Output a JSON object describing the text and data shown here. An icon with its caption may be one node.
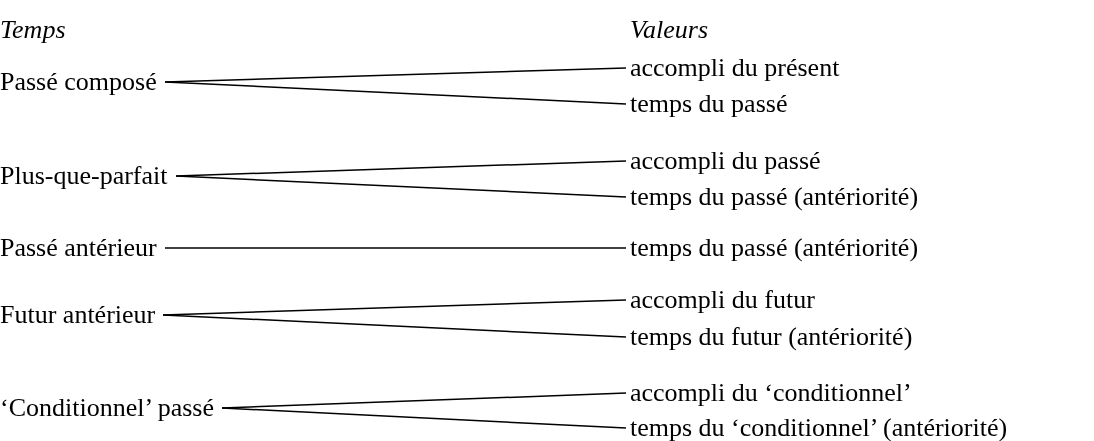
{
  "diagram": {
    "nodes": [
      {
        "text": [
          "Passé composé"
        ]
      },
      {
        "text": [
          "accompli du présent"
        ]
      },
      {
        "text": [
          "temps du passé"
        ]
      },
      {
        "text": [
          "Plus-que-parfait"
        ]
      },
      {
        "text": [
          "accompli du passé"
        ]
      },
      {
        "text": [
          "temps du passé (antériorité)"
        ]
      },
      {
        "text": [
          "Passé antérieur"
        ]
      },
      {
        "text": [
          "temps du passé (antériorité)"
        ]
      },
      {
        "text": [
          "Futur antérieur"
        ]
      },
      {
        "text": [
          "accompli du futur"
        ]
      },
      {
        "text": [
          "temps du futur (antériorité)"
        ]
      },
      {
        "text": [
          "‘Conditionnel’ passé"
        ]
      },
      {
        "text": [
          "accompli du ‘conditionnel’"
        ]
      },
      {
        "text": [
          "temps du ‘conditionnel’ (antériorité)"
        ]
      }
    ],
    "edges": [
      {
        "from": 0,
        "to": 1,
        "arrow": "none"
      },
      {
        "from": 0,
        "to": 2,
        "arrow": "none"
      },
      {
        "from": 3,
        "to": 4,
        "arrow": "none"
      },
      {
        "from": 3,
        "to": 5,
        "arrow": "none"
      },
      {
        "from": 6,
        "to": 7,
        "arrow": "none"
      },
      {
        "from": 8,
        "to": 9,
        "arrow": "none"
      },
      {
        "from": 8,
        "to": 10,
        "arrow": "none"
      },
      {
        "from": 11,
        "to": 12,
        "arrow": "none"
      },
      {
        "from": 11,
        "to": 13,
        "arrow": "none"
      }
    ],
    "labels": [
      "Temps",
      "Valeurs"
    ]
  }
}
